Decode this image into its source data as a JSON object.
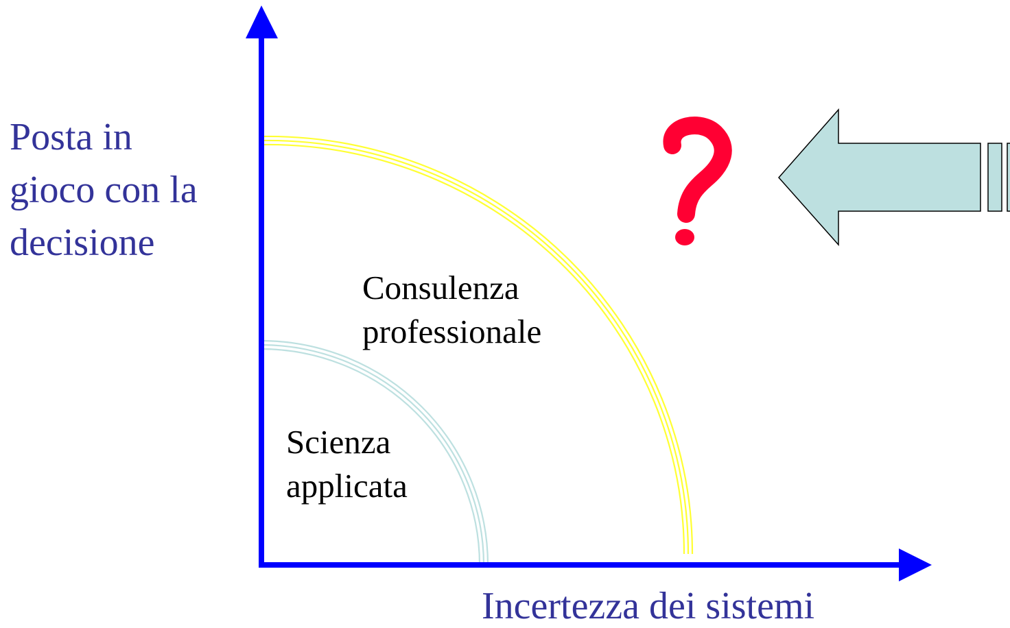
{
  "diagram": {
    "y_axis_label": {
      "line1": "Posta in",
      "line2": "gioco con la",
      "line3": "decisione"
    },
    "x_axis_label": "Incertezza dei sistemi",
    "regions": [
      {
        "id": "inner",
        "line1": "Scienza",
        "line2": "applicata",
        "arc_color": "#bde0e0"
      },
      {
        "id": "outer",
        "line1": "Consulenza",
        "line2": "professionale",
        "arc_color": "#ffff33"
      }
    ],
    "question_symbol": "?",
    "colors": {
      "axis": "#0000ff",
      "axis_label": "#333399",
      "question_mark": "#ff0033",
      "arrow_fill": "#bde0e0",
      "arrow_stroke": "#000000"
    }
  }
}
